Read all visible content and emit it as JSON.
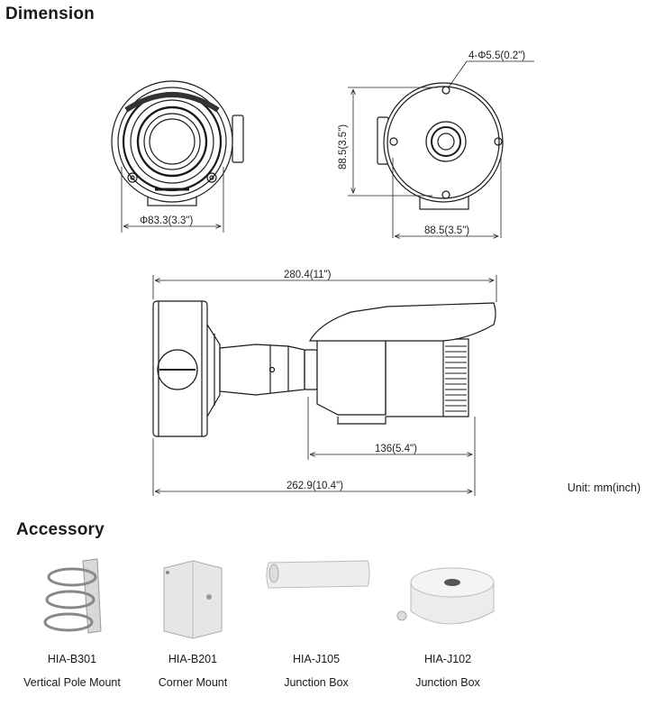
{
  "headings": {
    "dimension": "Dimension",
    "accessory": "Accessory"
  },
  "dimensions": {
    "front_width": "Φ83.3(3.3\")",
    "back_hole": "4-Φ5.5(0.2\")",
    "back_height": "88.5(3.5\")",
    "back_width": "88.5(3.5\")",
    "side_total_top": "280.4(11\")",
    "side_lens": "136(5.4\")",
    "side_total_bottom": "262.9(10.4\")"
  },
  "unit": "Unit: mm(inch)",
  "accessories": [
    {
      "model": "HIA-B301",
      "name": "Vertical Pole Mount"
    },
    {
      "model": "HIA-B201",
      "name": "Corner Mount"
    },
    {
      "model": "HIA-J105",
      "name": "Junction Box"
    },
    {
      "model": "HIA-J102",
      "name": "Junction Box"
    }
  ]
}
